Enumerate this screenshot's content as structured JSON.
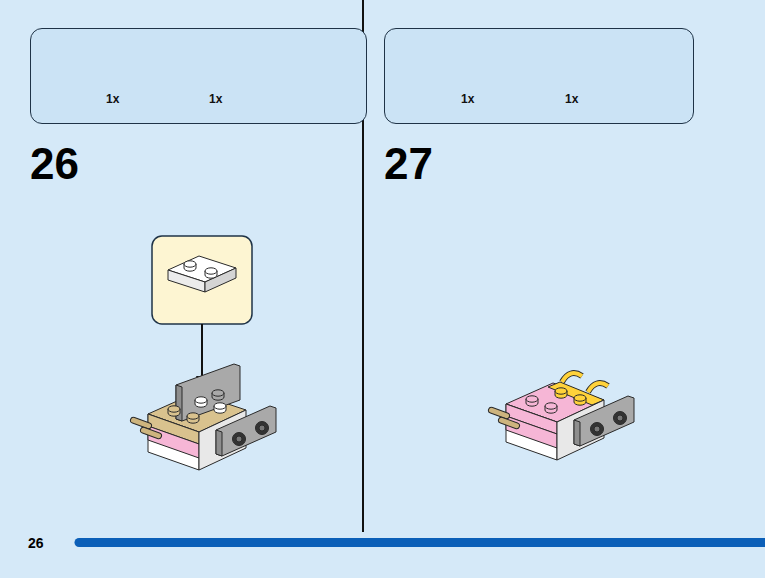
{
  "diagram": {
    "nodes": [
      {
        "text": [
          "1x",
          "1x"
        ]
      },
      {
        "text": [
          "1x",
          "1x"
        ]
      }
    ],
    "labels": [
      "26",
      "27",
      "26"
    ]
  }
}
